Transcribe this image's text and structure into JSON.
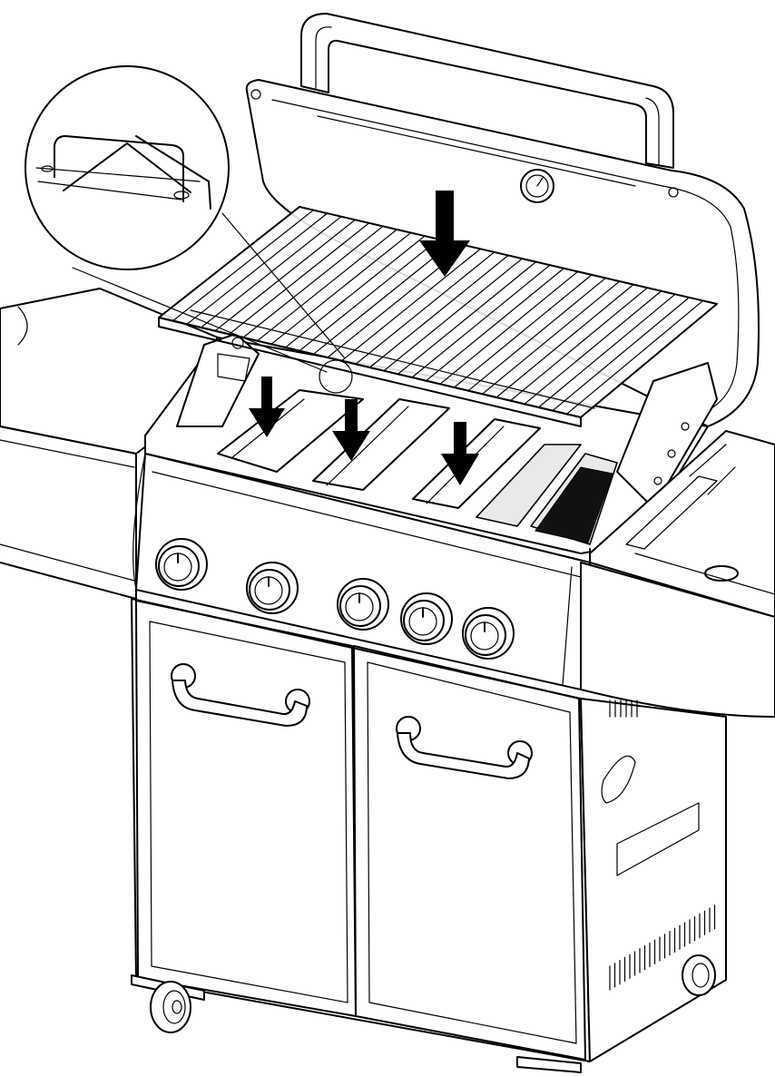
{
  "diagram": {
    "subject": "gas-grill-assembly",
    "step": "install-flame-tamers-and-cooking-grates",
    "arrow_count": 4,
    "burner_knob_count": 5,
    "side_burner_knob_count": 1,
    "door_count": 2,
    "colors": {
      "line": "#000000",
      "background": "#ffffff",
      "shade": "#e9e9e9",
      "grate_black": "#111111"
    }
  }
}
